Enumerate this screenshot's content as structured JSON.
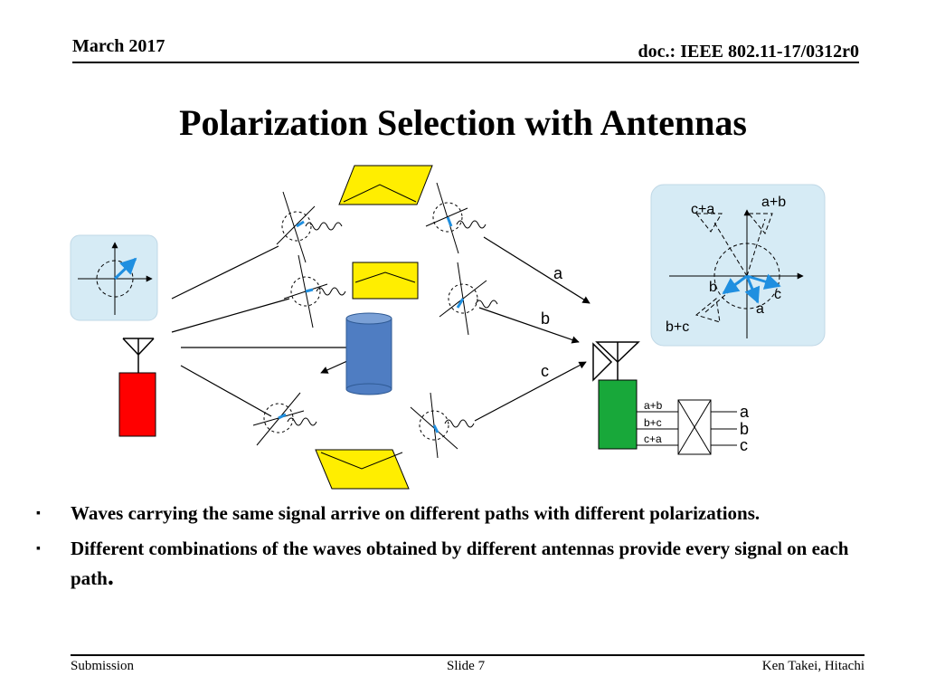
{
  "header": {
    "date": "March 2017",
    "doc_id": "doc.: IEEE 802.11-17/0312r0"
  },
  "title": "Polarization Selection with Antennas",
  "diagram": {
    "path_labels": [
      "a",
      "b",
      "c"
    ],
    "polarization_panel_labels": [
      "c+a",
      "a+b",
      "b",
      "c",
      "a",
      "b+c"
    ],
    "receiver_port_labels": [
      "a+b",
      "b+c",
      "c+a"
    ],
    "output_labels": [
      "a",
      "b",
      "c"
    ],
    "colors": {
      "reflector": "#ffee00",
      "transmitter": "#ff0000",
      "receiver": "#18a83a",
      "scatterer": "#4f7dc2",
      "panel": "#d6ebf5",
      "vector": "#1f8fe0"
    }
  },
  "bullets": [
    {
      "mark": "▪",
      "text": "Waves carrying the same signal arrive on different paths with different polarizations."
    },
    {
      "mark": "▪",
      "text": "Different combinations of the waves obtained by different antennas provide every signal on each path",
      "suffix": "."
    }
  ],
  "footer": {
    "left": "Submission",
    "center": "Slide 7",
    "right": "Ken Takei, Hitachi"
  }
}
